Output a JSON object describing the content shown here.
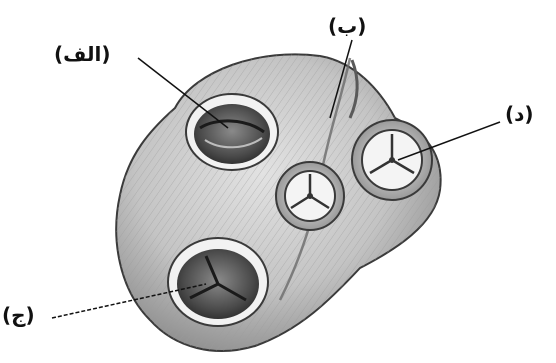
{
  "labels": {
    "alef": "(الف)",
    "be": "(ب)",
    "dal": "(د)",
    "jim": "(ج)"
  },
  "colors": {
    "tissue_light": "#d6d6d6",
    "tissue_mid": "#a9a9a9",
    "tissue_dark": "#5a5a5a",
    "outline": "#3a3a3a",
    "ink": "#111111"
  }
}
